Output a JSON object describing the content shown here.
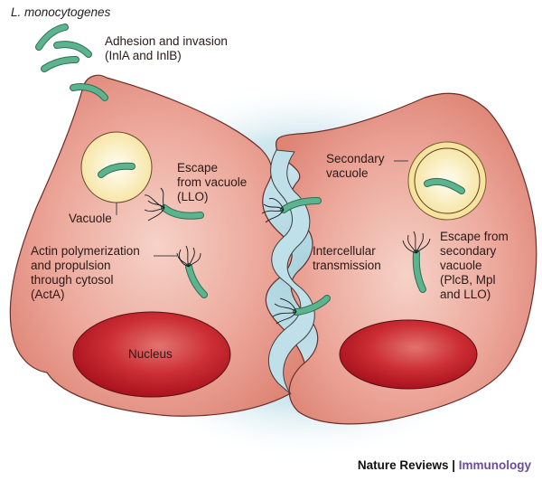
{
  "title": "L. monocytogenes",
  "labels": {
    "adhesion": "Adhesion and invasion\n(InlA and InlB)",
    "escape": "Escape\nfrom vacuole\n(LLO)",
    "vacuole": "Vacuole",
    "actin": "Actin polymerization\nand propulsion\nthrough cytosol\n(ActA)",
    "nucleus": "Nucleus",
    "secondary_vacuole": "Secondary\nvacuole",
    "intercellular": "Intercellular\ntransmission",
    "escape_secondary": "Escape from\nsecondary\nvacuole\n(PlcB, Mpl\nand LLO)"
  },
  "footer": {
    "publisher": "Nature Reviews",
    "separator": " | ",
    "journal": "Immunology"
  },
  "colors": {
    "cell": "#e08a7c",
    "cell_light": "#f2c4b8",
    "nucleus": "#c21f2a",
    "bacterium": "#5bb48e",
    "vacuole": "#fbf1c8",
    "extracellular": "#bfe0e8",
    "journal": "#6a4d96"
  }
}
